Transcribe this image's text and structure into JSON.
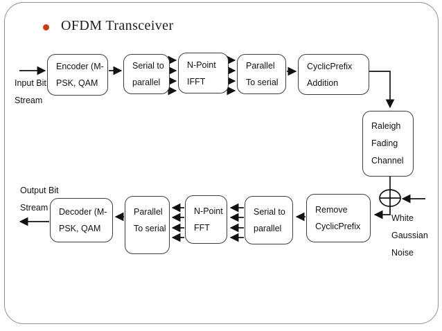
{
  "slide": {
    "title": "OFDM Transceiver",
    "bullet_color": "#c54012"
  },
  "labels": {
    "input_line1": "Input Bit",
    "input_line2": "Stream",
    "output_line1": "Output Bit",
    "output_line2": "Stream",
    "noise_line1": "White",
    "noise_line2": "Gaussian",
    "noise_line3": "Noise"
  },
  "blocks": {
    "encoder": {
      "line1": "Encoder (M-",
      "line2": "PSK, QAM"
    },
    "serial_to_parallel_tx": {
      "line1": "Serial to",
      "line2": "parallel"
    },
    "n_point_ifft": {
      "line1": "N-Point",
      "line2": "IFFT"
    },
    "parallel_to_serial_tx": {
      "line1": "Parallel",
      "line2": "To serial"
    },
    "cyclic_prefix_addition": {
      "line1": "CyclicPrefix",
      "line2": "Addition"
    },
    "rayleigh_fading_channel": {
      "line1": "Raleigh",
      "line2": "Fading",
      "line3": "Channel"
    },
    "remove_cyclic_prefix": {
      "line1": "Remove",
      "line2": "CyclicPrefix"
    },
    "serial_to_parallel_rx": {
      "line1": "Serial to",
      "line2": "parallel"
    },
    "n_point_fft": {
      "line1": "N-Point",
      "line2": "FFT"
    },
    "parallel_to_serial_rx": {
      "line1": "Parallel",
      "line2": "To serial"
    },
    "decoder": {
      "line1": "Decoder (M-",
      "line2": "PSK, QAM"
    }
  }
}
